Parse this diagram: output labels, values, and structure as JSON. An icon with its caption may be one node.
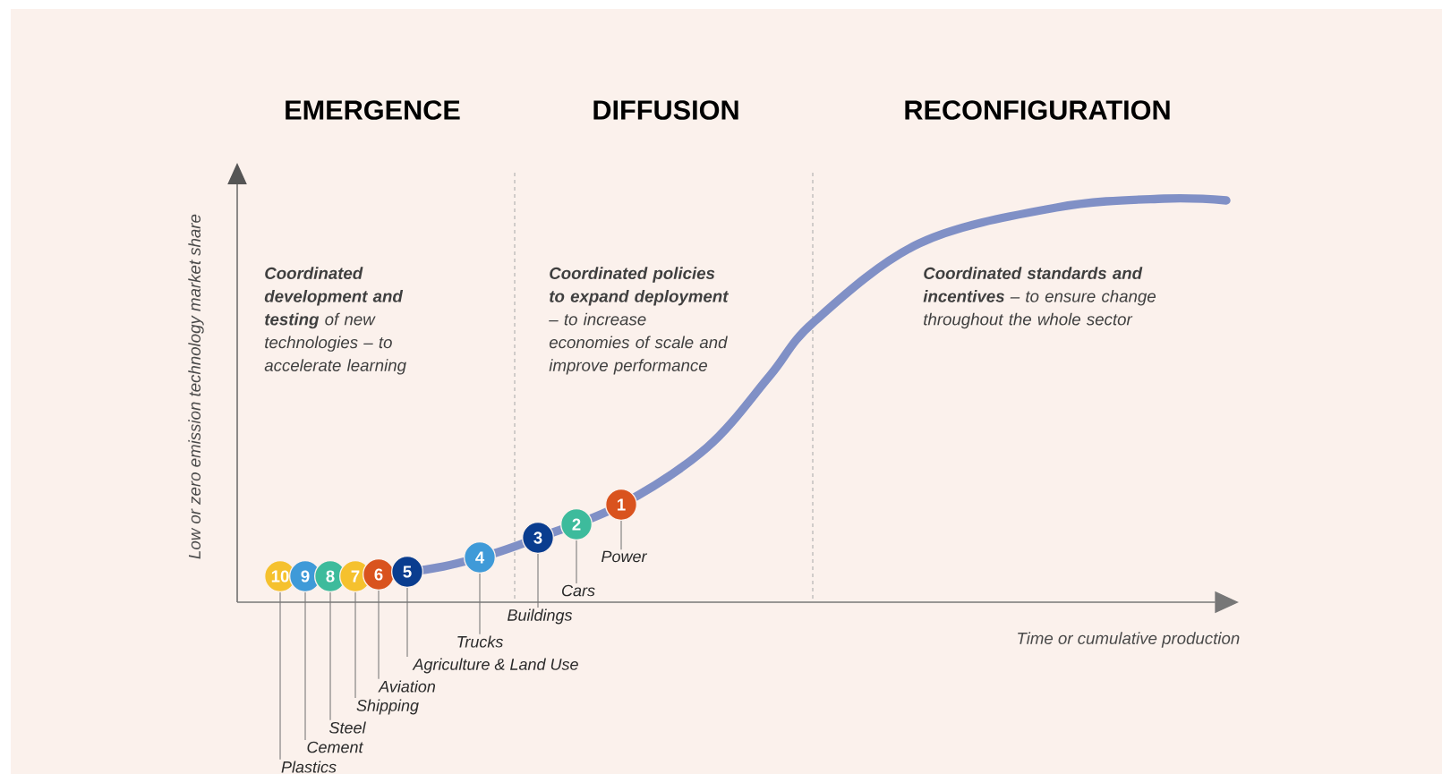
{
  "diagram": {
    "nodes": [
      {
        "text": [
          "10"
        ]
      },
      {
        "text": [
          "9"
        ]
      },
      {
        "text": [
          "8"
        ]
      },
      {
        "text": [
          "7"
        ]
      },
      {
        "text": [
          "6"
        ]
      },
      {
        "text": [
          "5"
        ]
      },
      {
        "text": [
          "4"
        ]
      },
      {
        "text": [
          "3"
        ]
      },
      {
        "text": [
          "2"
        ]
      },
      {
        "text": [
          "1"
        ]
      },
      {
        "text": [
          "Power"
        ]
      },
      {
        "text": [
          "Cars"
        ]
      },
      {
        "text": [
          "Buildings"
        ]
      },
      {
        "text": [
          "Trucks"
        ]
      },
      {
        "text": [
          "Agriculture & Land Use"
        ]
      },
      {
        "text": [
          "Aviation"
        ]
      },
      {
        "text": [
          "Shipping"
        ]
      },
      {
        "text": [
          "Steel"
        ]
      },
      {
        "text": [
          "Cement"
        ]
      },
      {
        "text": [
          "Plastics"
        ]
      }
    ],
    "edges": [
      {
        "from": 9,
        "to": 10,
        "arrow": "none"
      },
      {
        "from": 8,
        "to": 11,
        "arrow": "none"
      },
      {
        "from": 7,
        "to": 12,
        "arrow": "none"
      },
      {
        "from": 6,
        "to": 13,
        "arrow": "none"
      },
      {
        "from": 5,
        "to": 14,
        "arrow": "none"
      },
      {
        "from": 4,
        "to": 15,
        "arrow": "none"
      },
      {
        "from": 3,
        "to": 16,
        "arrow": "none"
      },
      {
        "from": 2,
        "to": 17,
        "arrow": "none"
      },
      {
        "from": 1,
        "to": 18,
        "arrow": "none"
      },
      {
        "from": 0,
        "to": 19,
        "arrow": "none"
      }
    ],
    "labels": [
      "EMERGENCE",
      "DIFFUSION",
      "RECONFIGURATION",
      "Low or zero emission technology market share",
      "**Coordinated development and testing** of new technologies – to accelerate learning",
      "**Coordinated policies to expand deployment** – to increase economies of scale and improve performance",
      "**Coordinated standards and incentives** – to ensure change throughout the whole sector",
      "Time or cumulative production"
    ]
  }
}
